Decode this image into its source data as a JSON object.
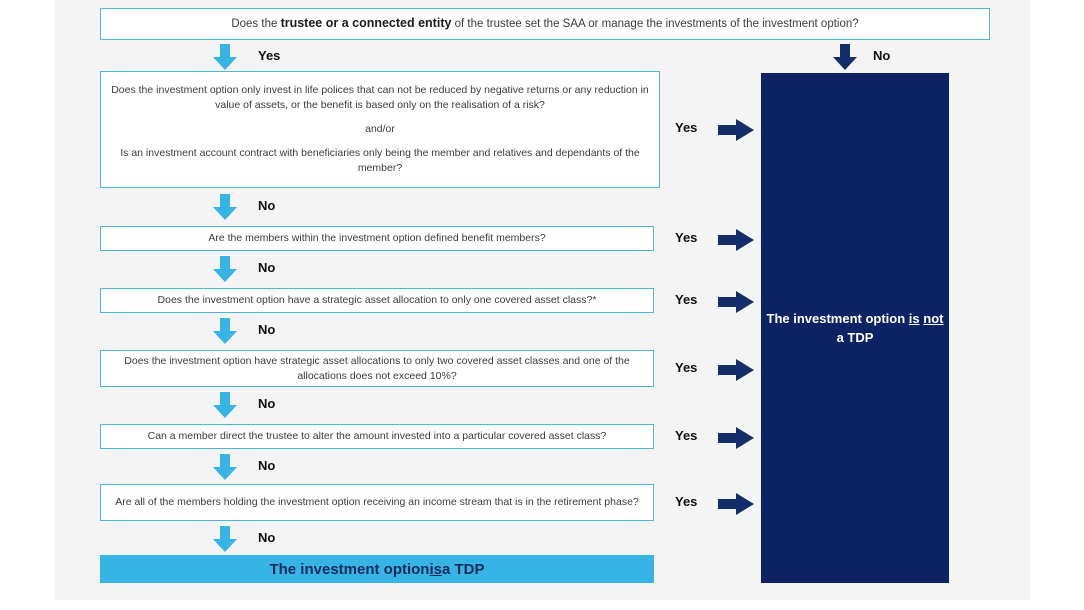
{
  "diagram": {
    "title_box": {
      "prefix": "Does the ",
      "bold": "trustee or a connected entity",
      "suffix": " of the trustee set the SAA or manage the investments of the investment option?"
    },
    "questions": [
      {
        "id": "q2",
        "line1": "Does the investment option only invest in life polices that can not be reduced by negative returns or any reduction in value of assets, or the benefit is based only on the realisation of a risk?",
        "line2": "and/or",
        "line3": "Is an investment account contract with beneficiaries only being the member and relatives and dependants of the member?"
      },
      {
        "id": "q3",
        "text": "Are the members within the investment option defined benefit members?"
      },
      {
        "id": "q4",
        "text": "Does the investment option have a strategic asset allocation to only one covered asset class?*"
      },
      {
        "id": "q5",
        "text": "Does the investment option have strategic asset allocations to only two covered asset classes and one of the allocations does not exceed 10%?"
      },
      {
        "id": "q6",
        "text": "Can a member direct the trustee to alter the amount invested into a particular covered asset class?"
      },
      {
        "id": "q7",
        "text": "Are all of the members holding the investment option receiving an income stream that is in the retirement phase?"
      }
    ],
    "labels": {
      "yes": "Yes",
      "no": "No"
    },
    "results": {
      "is_tdp": {
        "part1": "The investment option ",
        "underline": "is",
        "part2": " a TDP"
      },
      "not_tdp": {
        "part1": "The investment option ",
        "underline1": "is",
        "part2": " ",
        "underline2": "not",
        "part3": " a TDP"
      }
    },
    "colors": {
      "box_border": "#4fb3df",
      "light_blue": "#36b4e5",
      "dark_navy": "#0d2364",
      "arrow_navy": "#132d6b",
      "canvas": "#f4f4f4"
    }
  }
}
